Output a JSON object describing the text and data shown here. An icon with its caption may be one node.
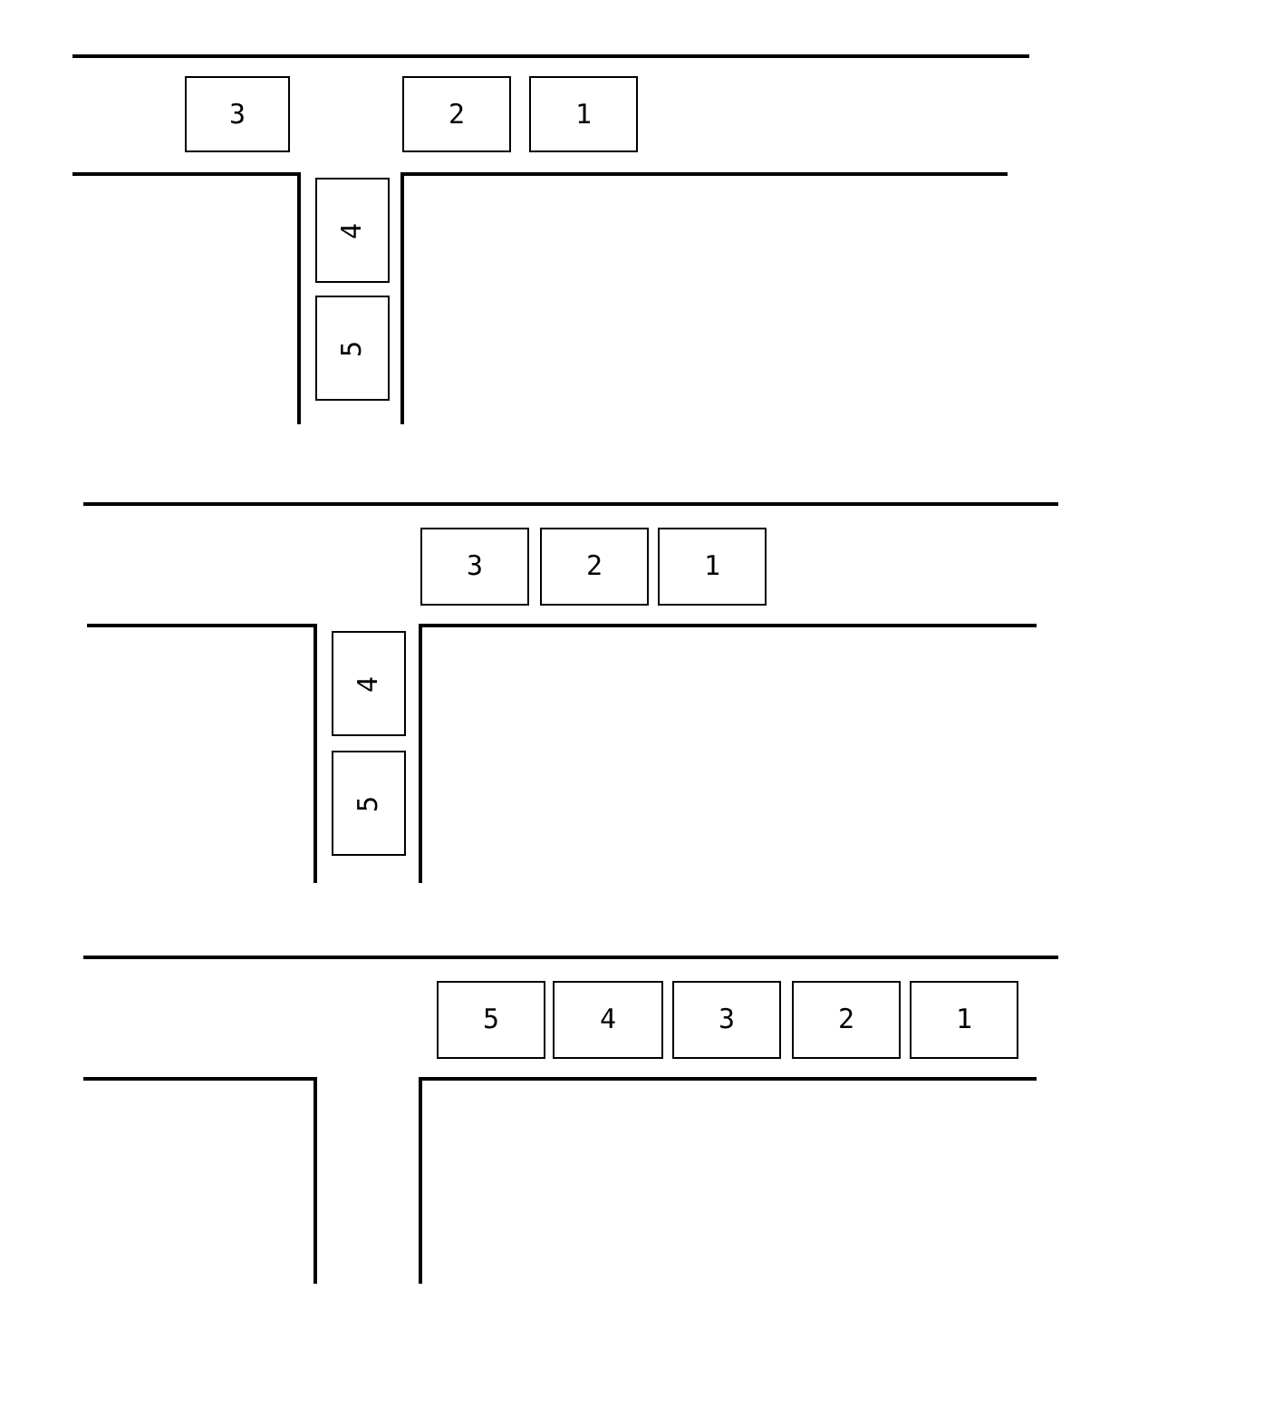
{
  "diagram": {
    "nodes": [
      {
        "text": [
          "3"
        ]
      },
      {
        "text": [
          "2"
        ]
      },
      {
        "text": [
          "1"
        ]
      },
      {
        "text": [
          "4"
        ]
      },
      {
        "text": [
          "5"
        ]
      },
      {
        "text": [
          "3"
        ]
      },
      {
        "text": [
          "2"
        ]
      },
      {
        "text": [
          "1"
        ]
      },
      {
        "text": [
          "4"
        ]
      },
      {
        "text": [
          "5"
        ]
      },
      {
        "text": [
          "5"
        ]
      },
      {
        "text": [
          "4"
        ]
      },
      {
        "text": [
          "3"
        ]
      },
      {
        "text": [
          "2"
        ]
      },
      {
        "text": [
          "1"
        ]
      }
    ]
  }
}
